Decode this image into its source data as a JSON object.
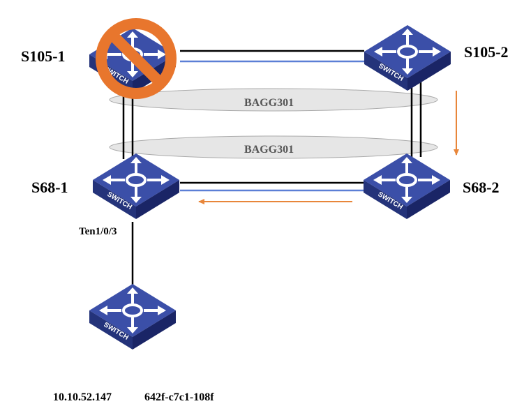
{
  "switches": {
    "s105_1": {
      "name": "S105-1",
      "status": "disabled"
    },
    "s105_2": {
      "name": "S105-2"
    },
    "s68_1": {
      "name": "S68-1"
    },
    "s68_2": {
      "name": "S68-2"
    },
    "access": {
      "name": ""
    }
  },
  "switch_text": "SWITCH",
  "aggregations": [
    {
      "label": "BAGG301"
    },
    {
      "label": "BAGG301"
    }
  ],
  "port_label": "Ten1/0/3",
  "footer": {
    "ip": "10.10.52.147",
    "mac": "642f-c7c1-108f"
  },
  "icons": {
    "switch": "switch-icon",
    "prohibited": "prohibited-icon"
  },
  "colors": {
    "switch_top": "#3b4fa8",
    "switch_side": "#24337a",
    "switch_dark": "#1a2566",
    "link_black": "#000000",
    "link_blue": "#5b7fd6",
    "arrow": "#e8863a",
    "prohibit": "#e8762d",
    "bagg_fill": "#e6e6e6",
    "bagg_stroke": "#aaaaaa"
  }
}
